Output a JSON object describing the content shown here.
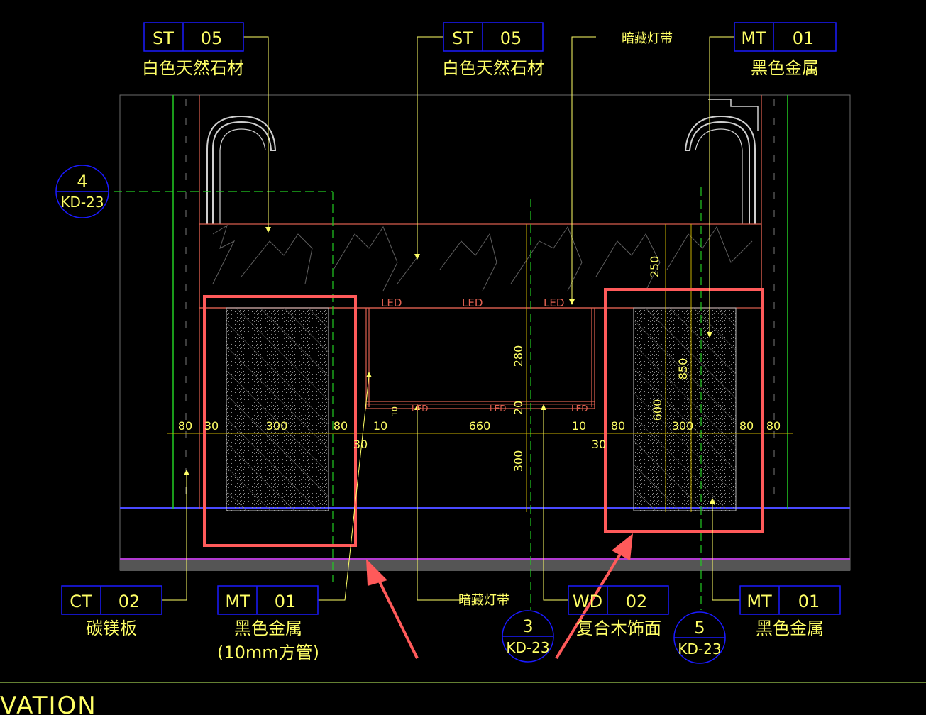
{
  "drawing": {
    "title_partial": "VATION",
    "tags": [
      {
        "code": "ST",
        "num": "05",
        "desc": "白色天然石材"
      },
      {
        "code": "ST",
        "num": "05",
        "desc": "白色天然石材"
      },
      {
        "code": "MT",
        "num": "01",
        "desc": "黑色金属"
      },
      {
        "code": "CT",
        "num": "02",
        "desc": "碳镁板"
      },
      {
        "code": "MT",
        "num": "01",
        "desc": "黑色金属",
        "desc2": "(10mm方管)"
      },
      {
        "code": "WD",
        "num": "02",
        "desc": "复合木饰面"
      },
      {
        "code": "MT",
        "num": "01",
        "desc": "黑色金属"
      }
    ],
    "notes": {
      "hidden_light_top": "暗藏灯带",
      "hidden_light_bottom": "暗藏灯带"
    },
    "led_label": "LED",
    "section_markers": [
      {
        "num": "4",
        "ref": "KD-23"
      },
      {
        "num": "3",
        "ref": "KD-23"
      },
      {
        "num": "5",
        "ref": "KD-23"
      }
    ],
    "dims_horizontal": [
      "80",
      "30",
      "300",
      "80",
      "10",
      "660",
      "10",
      "80",
      "300",
      "80",
      "80",
      "30",
      "30"
    ],
    "dims_vertical": [
      "250",
      "280",
      "20",
      "300",
      "850",
      "600",
      "10"
    ]
  },
  "colors": {
    "background": "#000000",
    "tag_box": "#1a1aff",
    "text": "#ffff66",
    "outline": "#ff4d4d",
    "center_line": "#22cc22",
    "dimension": "#c8b000",
    "highlight": "#ff5a5a",
    "floor": "#555555",
    "floor_line": "#6666ff"
  }
}
